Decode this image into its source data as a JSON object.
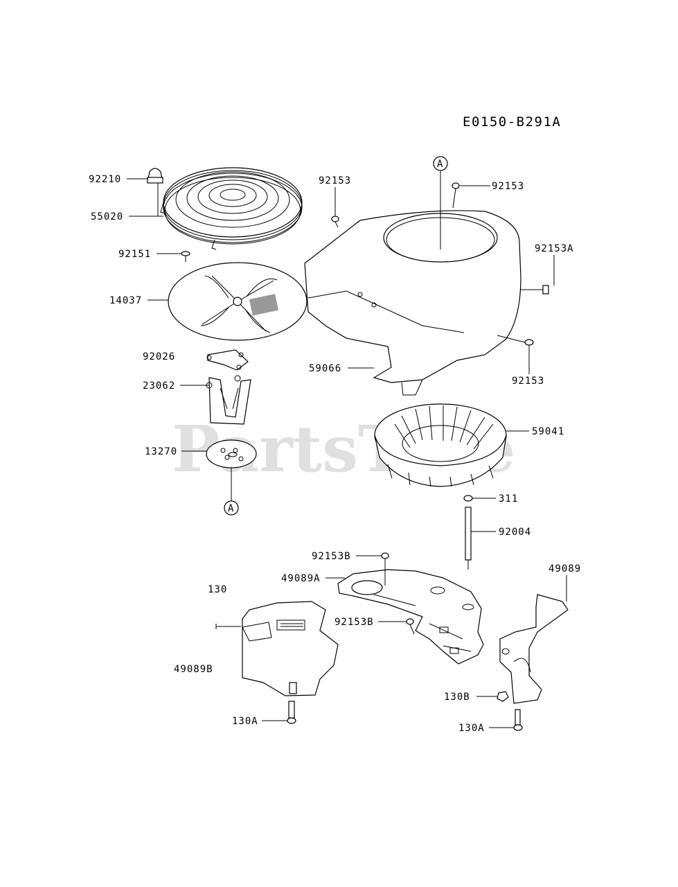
{
  "diagram_code": "E0150-B291A",
  "watermark": "PartsTree",
  "ref_marker": "A",
  "parts": {
    "p92210": "92210",
    "p55020": "55020",
    "p92151": "92151",
    "p14037": "14037",
    "p92026": "92026",
    "p23062": "23062",
    "p13270": "13270",
    "p92153_a": "92153",
    "p92153_b": "92153",
    "p92153A": "92153A",
    "p92153_c": "92153",
    "p59066": "59066",
    "p59041": "59041",
    "p311": "311",
    "p92004": "92004",
    "p92153B_a": "92153B",
    "p49089A": "49089A",
    "p49089": "49089",
    "p130": "130",
    "p92153B_b": "92153B",
    "p49089B": "49089B",
    "p130B": "130B",
    "p130A_a": "130A",
    "p130A_b": "130A"
  }
}
